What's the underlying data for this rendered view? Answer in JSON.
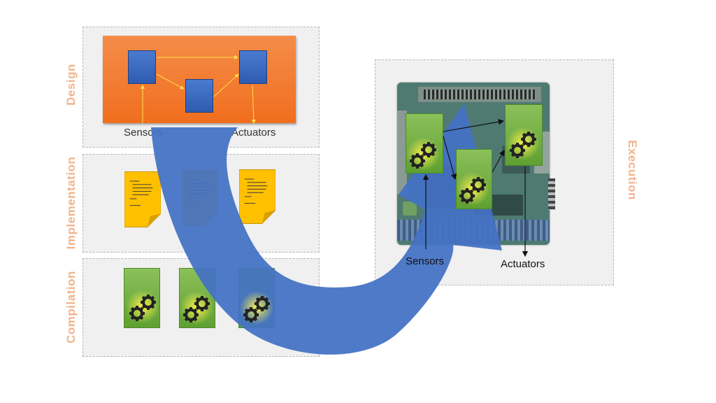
{
  "stages": {
    "design": "Design",
    "implementation": "Implementation",
    "compilation": "Compilation",
    "execution": "Execution"
  },
  "design_labels": {
    "sensors": "Sensors",
    "actuators": "Actuators"
  },
  "execution_labels": {
    "sensors": "Sensors",
    "actuators": "Actuators"
  },
  "colors": {
    "stage_label": "#f0b48c",
    "design_box": "#f07a2e",
    "block": "#3a68c0",
    "arrow": "#4472c4",
    "doc": "#ffc000",
    "binary": "#70ad47",
    "gear": "#222222"
  },
  "icons": {
    "document": "document-icon",
    "gear": "gears-icon"
  }
}
